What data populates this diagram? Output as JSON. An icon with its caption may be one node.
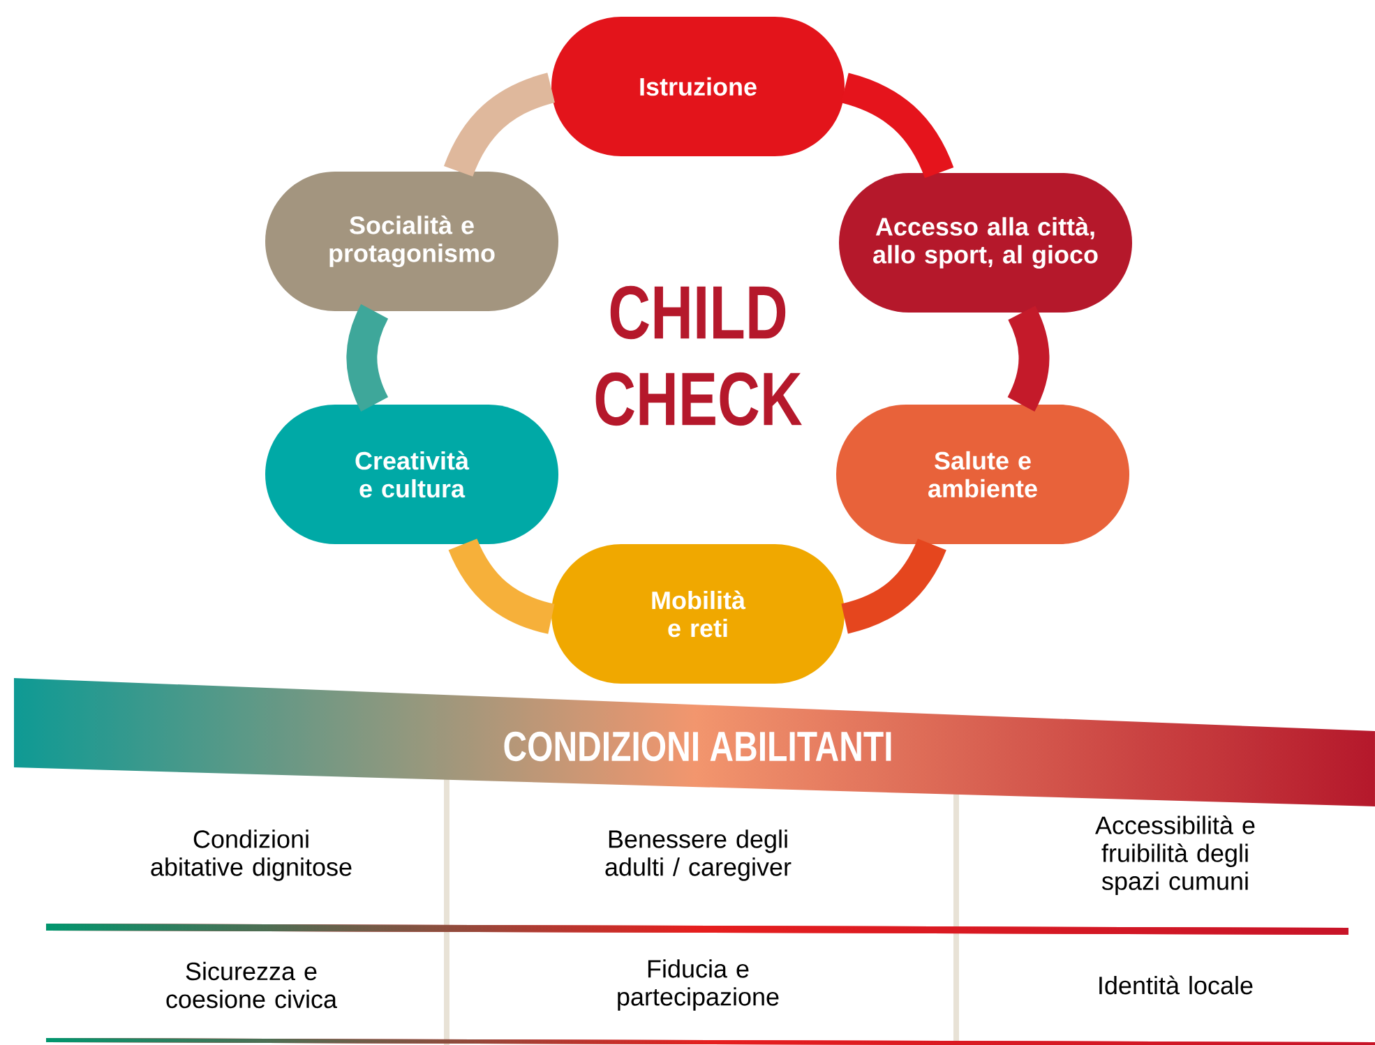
{
  "diagram": {
    "title": "CHILD CHECK",
    "nodes": [
      {
        "text": [
          "Istruzione"
        ]
      },
      {
        "text": [
          "Accesso alla città, allo sport, al gioco"
        ]
      },
      {
        "text": [
          "Salute e ambiente"
        ]
      },
      {
        "text": [
          "Mobilità e reti"
        ]
      },
      {
        "text": [
          "Creatività e cultura"
        ]
      },
      {
        "text": [
          "Socialità e protagonismo"
        ]
      },
      {
        "text": [
          "CONDIZIONI ABILITANTI"
        ]
      }
    ],
    "edges": [
      {
        "from": 0,
        "to": 1,
        "arrow": "none",
        "color": "#e5141c"
      },
      {
        "from": 1,
        "to": 2,
        "arrow": "none",
        "color": "#c41a2a"
      },
      {
        "from": 2,
        "to": 3,
        "arrow": "none",
        "color": "#e5461e"
      },
      {
        "from": 3,
        "to": 4,
        "arrow": "none",
        "color": "#f6b03a"
      },
      {
        "from": 4,
        "to": 5,
        "arrow": "none",
        "color": "#3ea79a"
      },
      {
        "from": 5,
        "to": 0,
        "arrow": "none",
        "color": "#dfb89c"
      }
    ],
    "labels": [
      "Condizioni abitative dignitose",
      "Benessere degli adulti / caregiver",
      "Accessibilità e fruibilità degli spazi cumuni",
      "Sicurezza e coesione civica",
      "Fiducia e partecipazione",
      "Identità locale"
    ]
  }
}
